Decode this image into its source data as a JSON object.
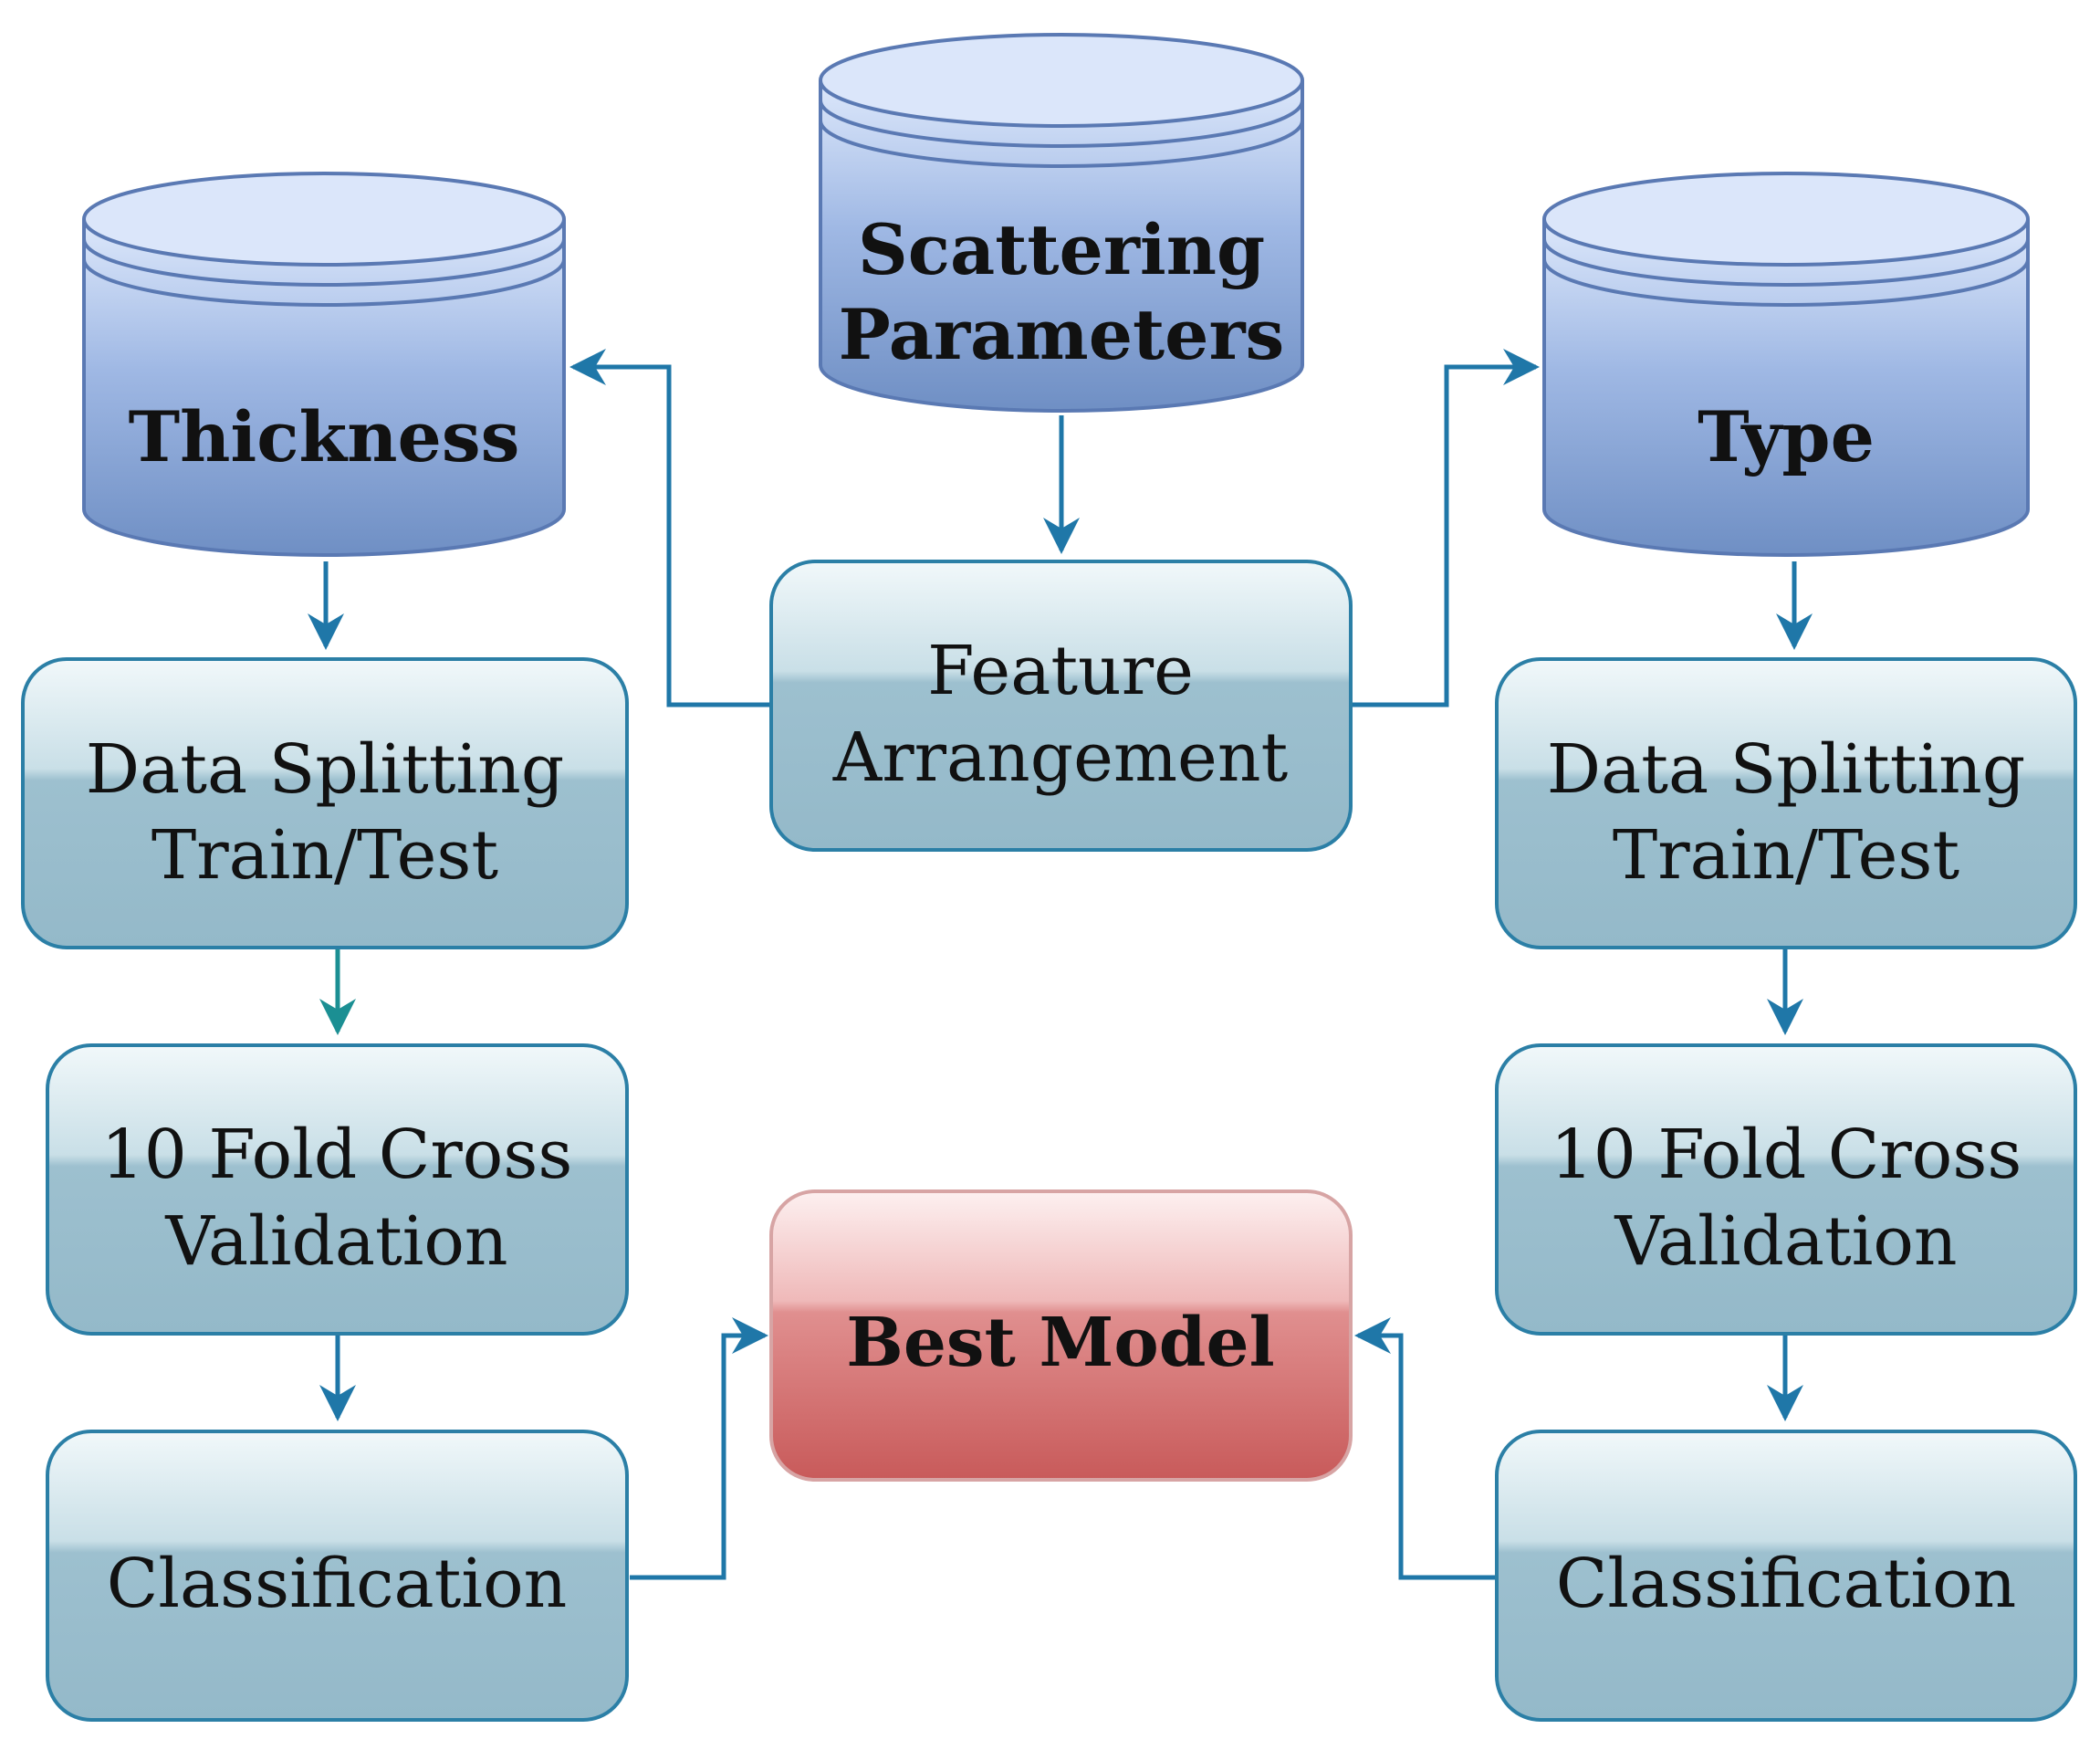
{
  "databases": {
    "scattering": {
      "line1": "Scattering",
      "line2": "Parameters"
    },
    "thickness": {
      "label": "Thickness"
    },
    "type": {
      "label": "Type"
    }
  },
  "process": {
    "feature": {
      "line1": "Feature",
      "line2": "Arrangement"
    },
    "left_split": {
      "line1": "Data Splitting",
      "line2": "Train/Test"
    },
    "right_split": {
      "line1": "Data Splitting",
      "line2": "Train/Test"
    },
    "left_cv": {
      "line1": "10 Fold Cross",
      "line2": "Validation"
    },
    "right_cv": {
      "line1": "10 Fold Cross",
      "line2": "Validation"
    },
    "left_class": {
      "label": "Classification"
    },
    "right_class": {
      "label": "Classification"
    },
    "best": {
      "label": "Best Model"
    }
  },
  "colors": {
    "db_top": "#dde8fb",
    "db_bottom": "#6f8fc4",
    "db_stroke": "#5a79b3",
    "box_top": "#eef6f9",
    "box_bottom": "#94b9c9",
    "box_stroke": "#2b7fa6",
    "best_top": "#fbe9e9",
    "best_bottom": "#c85a5a",
    "best_stroke": "#d7a4a4",
    "arrow": "#1f77a8"
  }
}
